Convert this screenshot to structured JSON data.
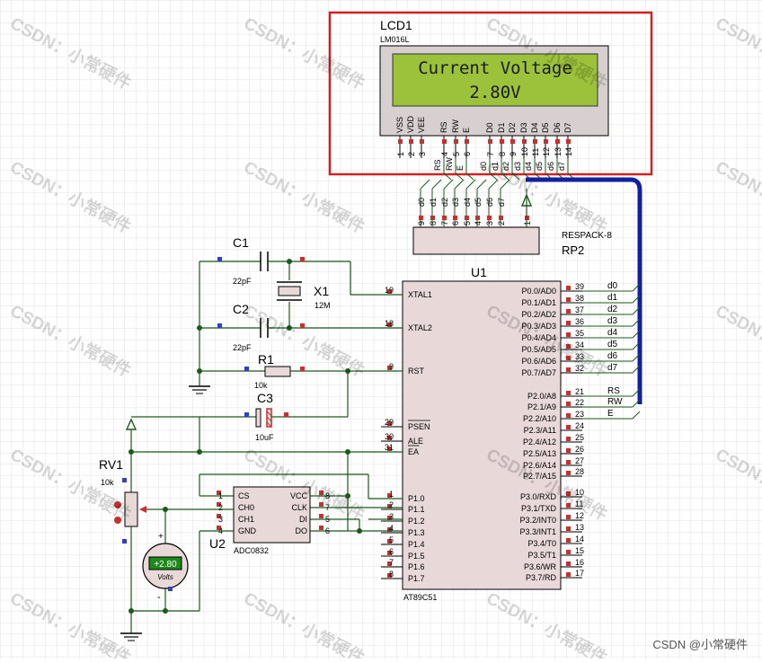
{
  "lcd": {
    "ref": "LCD1",
    "model": "LM016L",
    "line1": "Current Voltage",
    "line2": "2.80V",
    "pins": [
      "VSS",
      "VDD",
      "VEE",
      "RS",
      "RW",
      "E",
      "D0",
      "D1",
      "D2",
      "D3",
      "D4",
      "D5",
      "D6",
      "D7"
    ],
    "pin_numbers": [
      "1",
      "2",
      "3",
      "4",
      "5",
      "6",
      "7",
      "8",
      "9",
      "10",
      "11",
      "12",
      "13",
      "14"
    ],
    "net_labels": [
      "RS",
      "RW",
      "E",
      "d0",
      "d1",
      "d2",
      "d3",
      "d4",
      "d5",
      "d6",
      "d7"
    ]
  },
  "resistor_pack": {
    "ref": "RP2",
    "model": "RESPACK-8",
    "pin_labels": [
      "d0",
      "d1",
      "d2",
      "d3",
      "d4",
      "d5",
      "d6",
      "d7"
    ],
    "pin_numbers": [
      "9",
      "8",
      "7",
      "6",
      "5",
      "4",
      "3",
      "2",
      "1"
    ]
  },
  "mcu": {
    "ref": "U1",
    "model": "AT89C51",
    "left_pins": [
      {
        "num": "19",
        "name": "XTAL1"
      },
      {
        "num": "18",
        "name": "XTAL2"
      },
      {
        "num": "9",
        "name": "RST"
      },
      {
        "num": "29",
        "name": "PSEN"
      },
      {
        "num": "30",
        "name": "ALE"
      },
      {
        "num": "31",
        "name": "EA"
      },
      {
        "num": "1",
        "name": "P1.0"
      },
      {
        "num": "2",
        "name": "P1.1"
      },
      {
        "num": "3",
        "name": "P1.2"
      },
      {
        "num": "4",
        "name": "P1.3"
      },
      {
        "num": "5",
        "name": "P1.4"
      },
      {
        "num": "6",
        "name": "P1.5"
      },
      {
        "num": "7",
        "name": "P1.6"
      },
      {
        "num": "8",
        "name": "P1.7"
      }
    ],
    "right_pins": [
      {
        "num": "39",
        "name": "P0.0/AD0",
        "net": "d0"
      },
      {
        "num": "38",
        "name": "P0.1/AD1",
        "net": "d1"
      },
      {
        "num": "37",
        "name": "P0.2/AD2",
        "net": "d2"
      },
      {
        "num": "36",
        "name": "P0.3/AD3",
        "net": "d3"
      },
      {
        "num": "35",
        "name": "P0.4/AD4",
        "net": "d4"
      },
      {
        "num": "34",
        "name": "P0.5/AD5",
        "net": "d5"
      },
      {
        "num": "33",
        "name": "P0.6/AD6",
        "net": "d6"
      },
      {
        "num": "32",
        "name": "P0.7/AD7",
        "net": "d7"
      },
      {
        "num": "21",
        "name": "P2.0/A8",
        "net": "RS"
      },
      {
        "num": "22",
        "name": "P2.1/A9",
        "net": "RW"
      },
      {
        "num": "23",
        "name": "P2.2/A10",
        "net": "E"
      },
      {
        "num": "24",
        "name": "P2.3/A11",
        "net": ""
      },
      {
        "num": "25",
        "name": "P2.4/A12",
        "net": ""
      },
      {
        "num": "26",
        "name": "P2.5/A13",
        "net": ""
      },
      {
        "num": "27",
        "name": "P2.6/A14",
        "net": ""
      },
      {
        "num": "28",
        "name": "P2.7/A15",
        "net": ""
      },
      {
        "num": "10",
        "name": "P3.0/RXD",
        "net": ""
      },
      {
        "num": "11",
        "name": "P3.1/TXD",
        "net": ""
      },
      {
        "num": "12",
        "name": "P3.2/INT0",
        "net": ""
      },
      {
        "num": "13",
        "name": "P3.3/INT1",
        "net": ""
      },
      {
        "num": "14",
        "name": "P3.4/T0",
        "net": ""
      },
      {
        "num": "15",
        "name": "P3.5/T1",
        "net": ""
      },
      {
        "num": "16",
        "name": "P3.6/WR",
        "net": ""
      },
      {
        "num": "17",
        "name": "P3.7/RD",
        "net": ""
      }
    ]
  },
  "adc": {
    "ref": "U2",
    "model": "ADC0832",
    "left_pins": [
      {
        "num": "1",
        "name": "CS"
      },
      {
        "num": "2",
        "name": "CH0"
      },
      {
        "num": "3",
        "name": "CH1"
      },
      {
        "num": "4",
        "name": "GND"
      }
    ],
    "right_pins": [
      {
        "num": "8",
        "name": "VCC"
      },
      {
        "num": "7",
        "name": "CLK"
      },
      {
        "num": "5",
        "name": "DI"
      },
      {
        "num": "6",
        "name": "DO"
      }
    ]
  },
  "components": {
    "c1": {
      "ref": "C1",
      "value": "22pF"
    },
    "c2": {
      "ref": "C2",
      "value": "22pF"
    },
    "x1": {
      "ref": "X1",
      "value": "12M"
    },
    "r1": {
      "ref": "R1",
      "value": "10k"
    },
    "c3": {
      "ref": "C3",
      "value": "10uF"
    },
    "rv1": {
      "ref": "RV1",
      "value": "10k"
    }
  },
  "voltmeter": {
    "reading": "+2.80",
    "unit": "Volts",
    "plus": "+",
    "minus": "-"
  },
  "watermark": {
    "text": "CSDN：小常硬件",
    "footer": "CSDN @小常硬件"
  },
  "colors": {
    "frame": "#d42020",
    "wire": "#1a5a1a",
    "bus": "#1020a0",
    "body": "#e8d8d8",
    "lcd_screen": "#9bc23a",
    "pin_red": "#c83030",
    "pin_blue": "#3040c0"
  }
}
